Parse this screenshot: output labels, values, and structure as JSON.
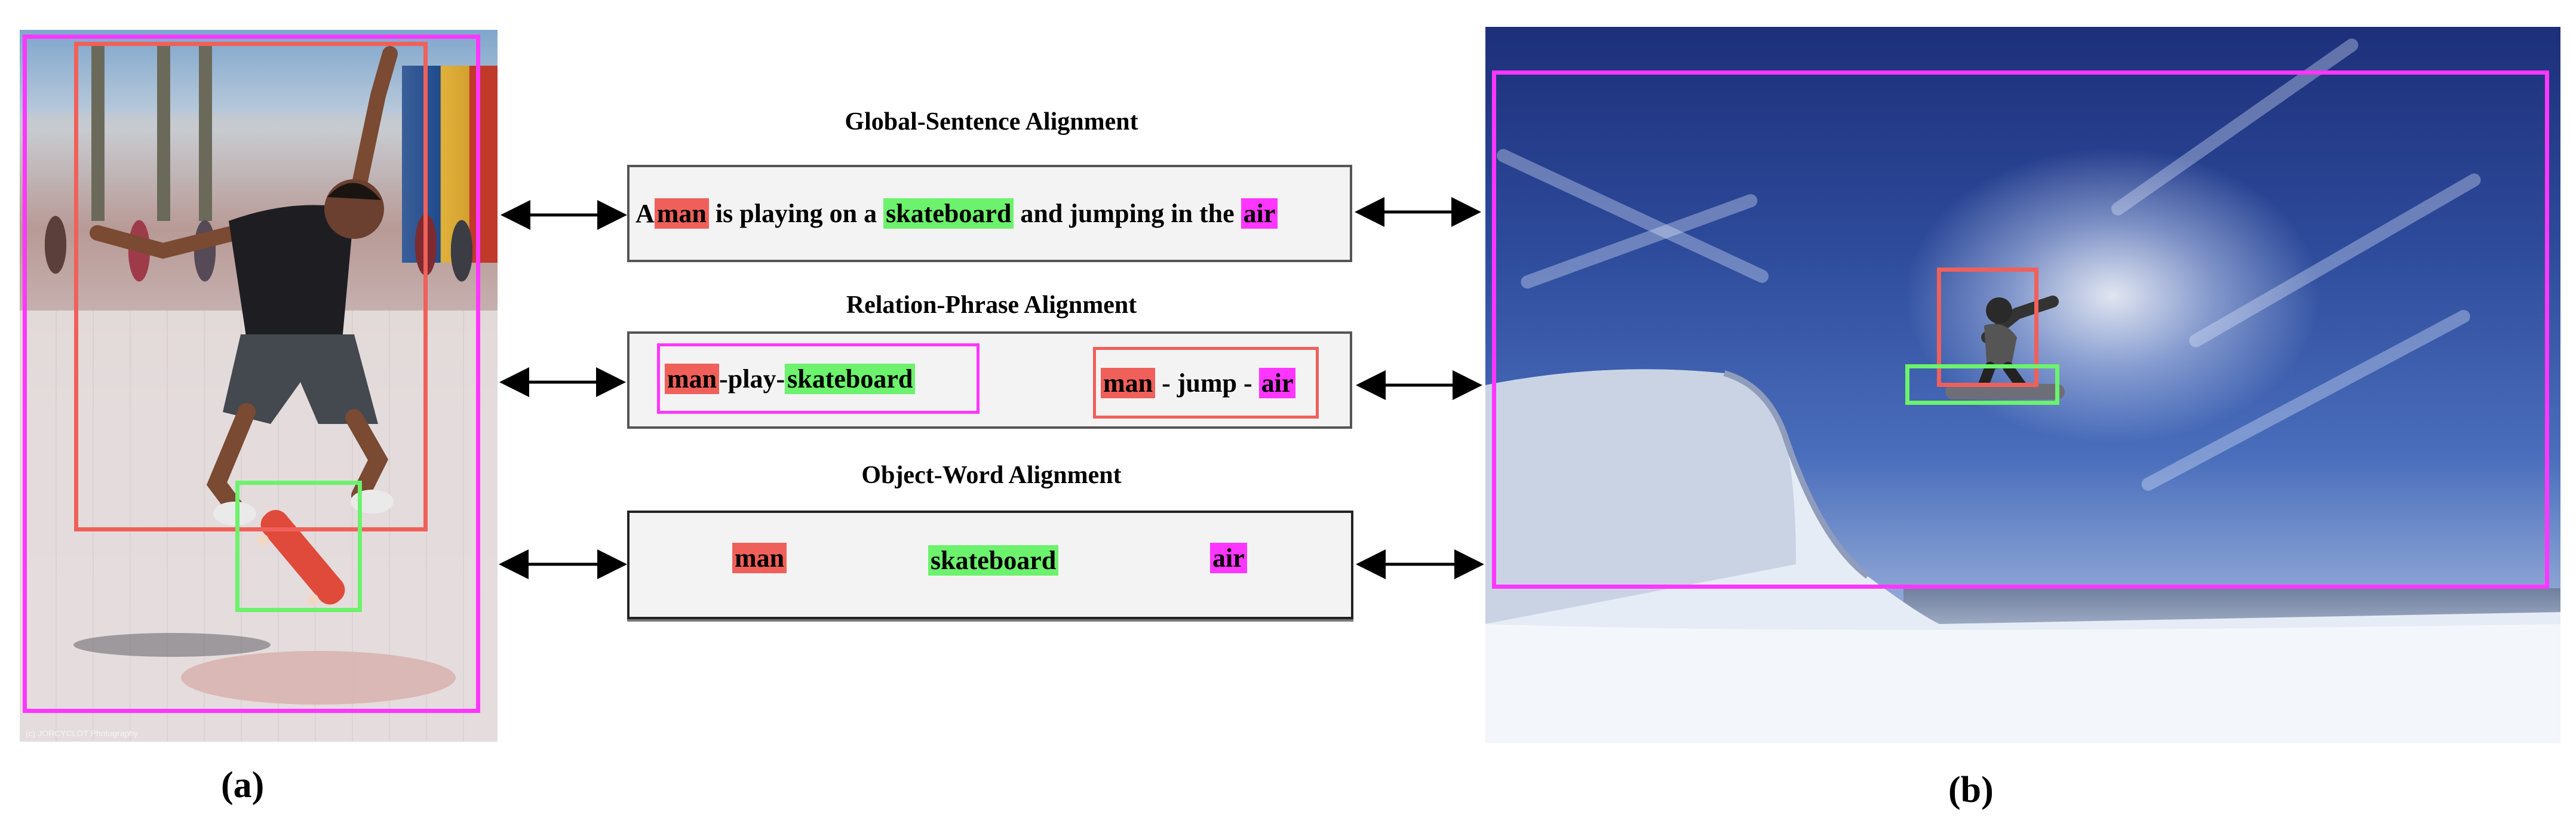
{
  "colors": {
    "man": "#f0605a",
    "skateboard": "#6cf26c",
    "air": "#ff36ff",
    "box_outline_man": "#f0605a",
    "box_outline_skateboard": "#6cf26c",
    "box_outline_air": "#ff36ff"
  },
  "images": {
    "a": {
      "content": "skateboarder jumping on a crowded street plaza",
      "credit": "(c) JORCYCLOT Photography"
    },
    "b": {
      "content": "snowboarder jumping in the air over a snowy cliff under blue sky"
    }
  },
  "captions": {
    "a": "(a)",
    "b": "(b)"
  },
  "global_sentence": {
    "title": "Global-Sentence Alignment",
    "parts": [
      {
        "text": "A ",
        "hl": ""
      },
      {
        "text": "man",
        "hl": "man"
      },
      {
        "text": " is playing on a ",
        "hl": ""
      },
      {
        "text": "skateboard",
        "hl": "skateboard"
      },
      {
        "text": " and jumping in the ",
        "hl": ""
      },
      {
        "text": "air",
        "hl": "air"
      }
    ]
  },
  "relation_phrase": {
    "title": "Relation-Phrase Alignment",
    "left": {
      "subject": "man",
      "sep1": "-play-",
      "object": "skateboard"
    },
    "right": {
      "subject": "man",
      "sep1": " - jump - ",
      "object": "air"
    }
  },
  "object_word": {
    "title": "Object-Word Alignment",
    "words": [
      "man",
      "skateboard",
      "air"
    ]
  }
}
